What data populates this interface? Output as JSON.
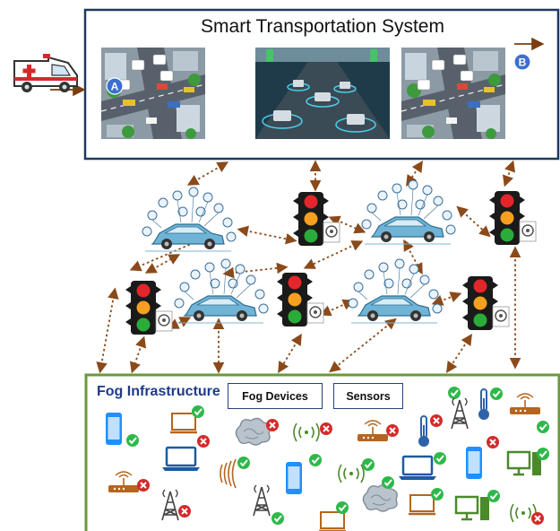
{
  "system": {
    "title": "Smart Transportation System",
    "marker_a": "A",
    "marker_b": "B"
  },
  "fog": {
    "title": "Fog Infrastructure",
    "tags": {
      "devices": "Fog Devices",
      "sensors": "Sensors"
    }
  },
  "colors": {
    "frame_border": "#1f3a5f",
    "fog_border": "#6a9a3a",
    "link_arrow": "#8b4a1a",
    "phone": "#1e90ff",
    "laptop": "#1e5aa0",
    "router": "#b5651d",
    "tower": "#444444",
    "pc": "#4a8a2a",
    "check": "#2fb84a",
    "cross": "#d42a2a",
    "cloud_brain": "#7d8a96"
  },
  "icons": {
    "ambulance": "ambulance-icon",
    "connected_car": "connected-car-icon",
    "traffic_light": "traffic-light-icon",
    "smartphone": "smartphone-icon",
    "laptop": "laptop-icon",
    "router": "router-icon",
    "cell_tower": "cell-tower-icon",
    "thermometer": "thermometer-icon",
    "desktop": "desktop-pc-icon",
    "brain_cloud": "brain-cloud-icon",
    "signal": "signal-waves-icon",
    "check": "check-icon",
    "cross": "cross-icon"
  }
}
